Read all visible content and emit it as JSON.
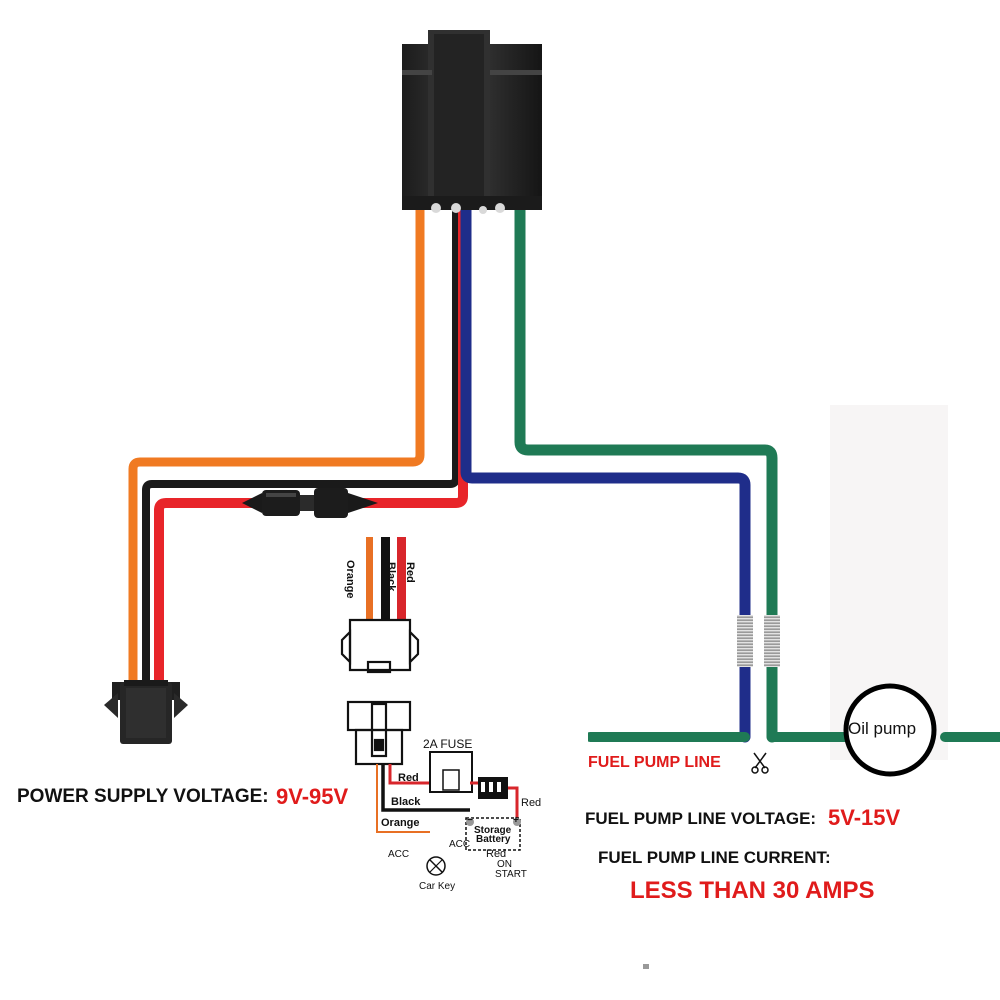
{
  "diagram": {
    "labels": {
      "power_supply_voltage": "POWER SUPPLY VOLTAGE:",
      "power_supply_voltage_value": "9V-95V",
      "fuel_pump_line": "FUEL PUMP LINE",
      "fuel_pump_line_voltage": "FUEL PUMP LINE VOLTAGE:",
      "fuel_pump_line_voltage_value": "5V-15V",
      "fuel_pump_line_current": "FUEL PUMP LINE CURRENT:",
      "fuel_pump_line_current_value": "LESS THAN 30 AMPS",
      "oil_pump": "Oil pump"
    },
    "inset": {
      "wire_red": "Red",
      "wire_black": "Black",
      "wire_orange": "Orange",
      "fuse": "2A FUSE",
      "storage_battery_1": "Storage",
      "storage_battery_2": "Battery",
      "acc_left": "ACC",
      "acc_right": "ACC",
      "red_on": "Red",
      "on": "ON",
      "start": "START",
      "car_key": "Car Key",
      "terminal_minus": "−",
      "terminal_plus": "+"
    },
    "colors": {
      "orange": "#f07a22",
      "black": "#1a1a1a",
      "red": "#e8252a",
      "blue": "#1f2d8a",
      "green": "#1f7a55",
      "teal": "#0f8c7a",
      "label_red": "#e01b1b",
      "relay_body": "#262626"
    },
    "icons": {
      "cut": "scissors-icon"
    }
  }
}
